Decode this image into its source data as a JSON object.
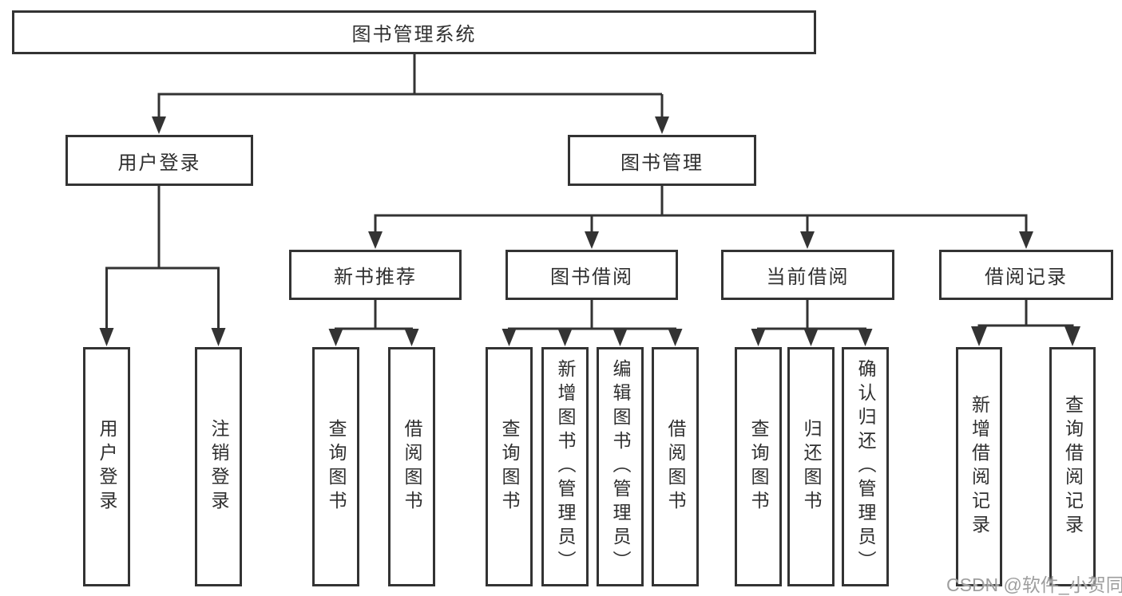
{
  "diagram": {
    "type": "hierarchy-tree",
    "colors": {
      "line": "#333333",
      "border": "#333333",
      "text": "#2f2f2f",
      "node_background": "#ffffff",
      "page_background": "#ffffff",
      "watermark": "#9e9e9e"
    },
    "tree": {
      "label": "图书管理系统",
      "children": [
        {
          "label": "用户登录",
          "children": [
            {
              "label": "用户登录"
            },
            {
              "label": "注销登录"
            }
          ]
        },
        {
          "label": "图书管理",
          "children": [
            {
              "label": "新书推荐",
              "children": [
                {
                  "label": "查询图书"
                },
                {
                  "label": "借阅图书"
                }
              ]
            },
            {
              "label": "图书借阅",
              "children": [
                {
                  "label": "查询图书"
                },
                {
                  "label": "新增图书（管理员）"
                },
                {
                  "label": "编辑图书（管理员）"
                },
                {
                  "label": "借阅图书"
                }
              ]
            },
            {
              "label": "当前借阅",
              "children": [
                {
                  "label": "查询图书"
                },
                {
                  "label": "归还图书"
                },
                {
                  "label": "确认归还（管理员）"
                }
              ]
            },
            {
              "label": "借阅记录",
              "children": [
                {
                  "label": "新增借阅记录"
                },
                {
                  "label": "查询借阅记录"
                }
              ]
            }
          ]
        }
      ]
    }
  },
  "watermark": {
    "text": "CSDN @软件_小贺同学"
  }
}
